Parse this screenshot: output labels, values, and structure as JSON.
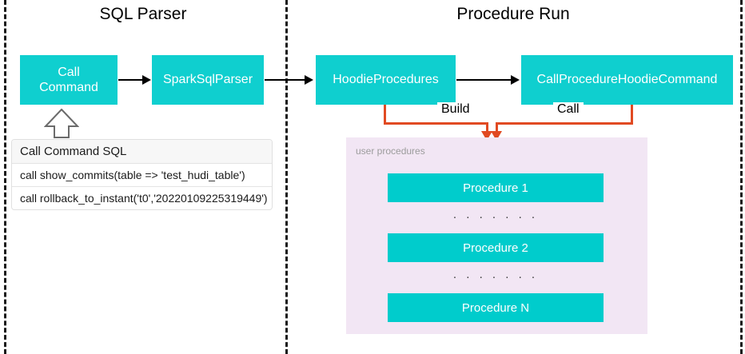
{
  "diagram": {
    "title_left": "SQL Parser",
    "title_right": "Procedure Run",
    "colors": {
      "cyan_box": "#0FCFCF",
      "procedure_box": "#00CCCC",
      "panel_background": "#F2E6F4",
      "orange_connector": "#E14A22",
      "arrow_black": "#000000",
      "divider": "#1a1a1a"
    }
  },
  "sql_parser": {
    "boxes": [
      {
        "id": "call-command",
        "label": "Call\nCommand",
        "line1": "Call",
        "line2": "Command"
      },
      {
        "id": "spark-sql-parser",
        "label": "SparkSqlParser"
      }
    ],
    "sql_table": {
      "header": "Call Command SQL",
      "rows": [
        "call show_commits(table => 'test_hudi_table')",
        "call rollback_to_instant('t0','20220109225319449')"
      ]
    }
  },
  "procedure_run": {
    "boxes": [
      {
        "id": "hoodie-procedures",
        "label": "HoodieProcedures"
      },
      {
        "id": "call-procedure-hoodie-command",
        "label": "CallProcedureHoodieCommand"
      }
    ],
    "edge_labels": {
      "build": "Build",
      "call": "Call"
    },
    "panel": {
      "caption": "user procedures",
      "procedures": [
        {
          "label": "Procedure 1"
        },
        {
          "label": "Procedure 2"
        },
        {
          "label": "Procedure N"
        }
      ],
      "separators": [
        ". . . . . . .",
        ". . . . . . ."
      ]
    }
  }
}
